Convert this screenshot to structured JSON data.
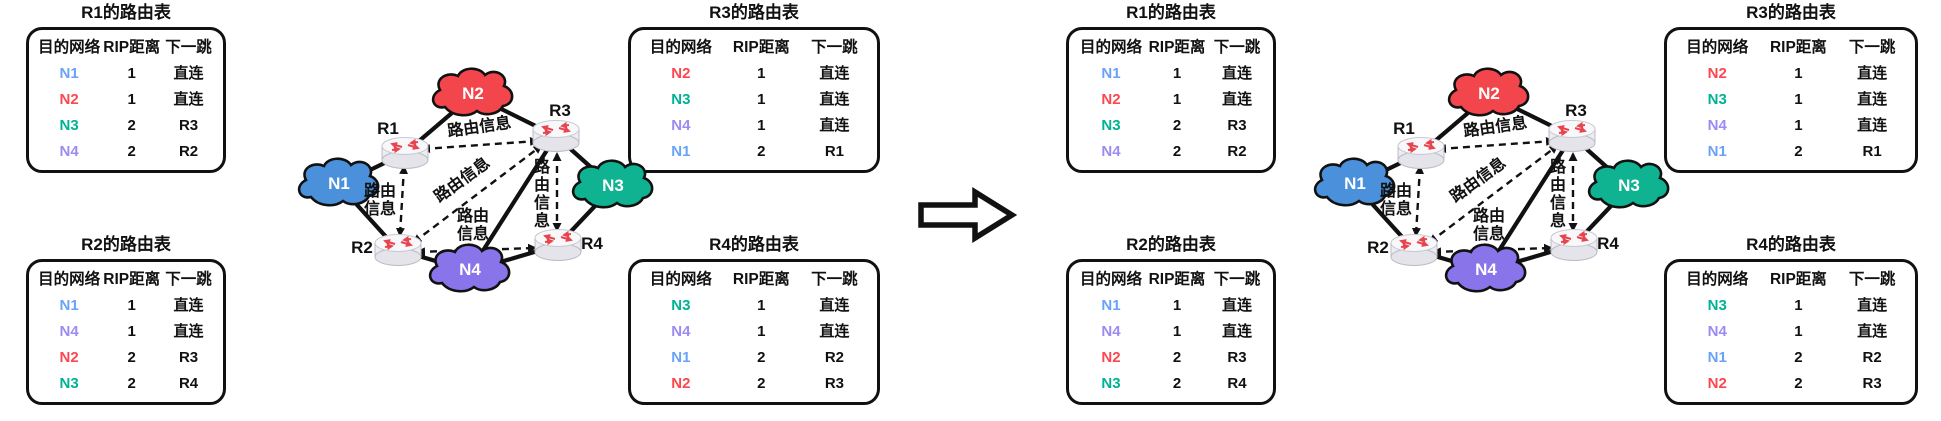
{
  "colors": {
    "text": {
      "n1": "#69A3F8",
      "n2": "#FB474E",
      "n3": "#00B295",
      "n4": "#9C8BF2"
    },
    "cloud": {
      "n1": "#4B90DB",
      "n2": "#F2464C",
      "n3": "#0FB291",
      "n4": "#8A74EA"
    },
    "router_mark": "#E8444D",
    "line": "#111111"
  },
  "topology": {
    "routers": {
      "r1": "R1",
      "r2": "R2",
      "r3": "R3",
      "r4": "R4"
    },
    "networks": {
      "n1": "N1",
      "n2": "N2",
      "n3": "N3",
      "n4": "N4"
    },
    "info": "路由信息",
    "info_l1": "路由",
    "info_l2": "信息",
    "info_chars": [
      "路",
      "由",
      "信",
      "息"
    ]
  },
  "left": {
    "r1": {
      "title": "R1的路由表",
      "headers": [
        "目的网络",
        "RIP距离",
        "下一跳"
      ],
      "rows": [
        {
          "net": "N1",
          "net_color": "#69A3F8",
          "distance": "1",
          "next_hop": "直连"
        },
        {
          "net": "N2",
          "net_color": "#FB474E",
          "distance": "1",
          "next_hop": "直连"
        },
        {
          "net": "N3",
          "net_color": "#00B295",
          "distance": "2",
          "next_hop": "R3"
        },
        {
          "net": "N4",
          "net_color": "#9C8BF2",
          "distance": "2",
          "next_hop": "R2"
        }
      ]
    },
    "r2": {
      "title": "R2的路由表",
      "headers": [
        "目的网络",
        "RIP距离",
        "下一跳"
      ],
      "rows": [
        {
          "net": "N1",
          "net_color": "#69A3F8",
          "distance": "1",
          "next_hop": "直连"
        },
        {
          "net": "N4",
          "net_color": "#9C8BF2",
          "distance": "1",
          "next_hop": "直连"
        },
        {
          "net": "N2",
          "net_color": "#FB474E",
          "distance": "2",
          "next_hop": "R3"
        },
        {
          "net": "N3",
          "net_color": "#00B295",
          "distance": "2",
          "next_hop": "R4"
        }
      ]
    },
    "r3": {
      "title": "R3的路由表",
      "headers": [
        "目的网络",
        "RIP距离",
        "下一跳"
      ],
      "rows": [
        {
          "net": "N2",
          "net_color": "#FB474E",
          "distance": "1",
          "next_hop": "直连"
        },
        {
          "net": "N3",
          "net_color": "#00B295",
          "distance": "1",
          "next_hop": "直连"
        },
        {
          "net": "N4",
          "net_color": "#9C8BF2",
          "distance": "1",
          "next_hop": "直连"
        },
        {
          "net": "N1",
          "net_color": "#69A3F8",
          "distance": "2",
          "next_hop": "R1"
        }
      ]
    },
    "r4": {
      "title": "R4的路由表",
      "headers": [
        "目的网络",
        "RIP距离",
        "下一跳"
      ],
      "rows": [
        {
          "net": "N3",
          "net_color": "#00B295",
          "distance": "1",
          "next_hop": "直连"
        },
        {
          "net": "N4",
          "net_color": "#9C8BF2",
          "distance": "1",
          "next_hop": "直连"
        },
        {
          "net": "N1",
          "net_color": "#69A3F8",
          "distance": "2",
          "next_hop": "R2"
        },
        {
          "net": "N2",
          "net_color": "#FB474E",
          "distance": "2",
          "next_hop": "R3"
        }
      ]
    }
  },
  "right": {
    "r1": {
      "title": "R1的路由表",
      "headers": [
        "目的网络",
        "RIP距离",
        "下一跳"
      ],
      "rows": [
        {
          "net": "N1",
          "net_color": "#69A3F8",
          "distance": "1",
          "next_hop": "直连"
        },
        {
          "net": "N2",
          "net_color": "#FB474E",
          "distance": "1",
          "next_hop": "直连"
        },
        {
          "net": "N3",
          "net_color": "#00B295",
          "distance": "2",
          "next_hop": "R3"
        },
        {
          "net": "N4",
          "net_color": "#9C8BF2",
          "distance": "2",
          "next_hop": "R2"
        }
      ]
    },
    "r2": {
      "title": "R2的路由表",
      "headers": [
        "目的网络",
        "RIP距离",
        "下一跳"
      ],
      "rows": [
        {
          "net": "N1",
          "net_color": "#69A3F8",
          "distance": "1",
          "next_hop": "直连"
        },
        {
          "net": "N4",
          "net_color": "#9C8BF2",
          "distance": "1",
          "next_hop": "直连"
        },
        {
          "net": "N2",
          "net_color": "#FB474E",
          "distance": "2",
          "next_hop": "R3"
        },
        {
          "net": "N3",
          "net_color": "#00B295",
          "distance": "2",
          "next_hop": "R4"
        }
      ]
    },
    "r3": {
      "title": "R3的路由表",
      "headers": [
        "目的网络",
        "RIP距离",
        "下一跳"
      ],
      "rows": [
        {
          "net": "N2",
          "net_color": "#FB474E",
          "distance": "1",
          "next_hop": "直连"
        },
        {
          "net": "N3",
          "net_color": "#00B295",
          "distance": "1",
          "next_hop": "直连"
        },
        {
          "net": "N4",
          "net_color": "#9C8BF2",
          "distance": "1",
          "next_hop": "直连"
        },
        {
          "net": "N1",
          "net_color": "#69A3F8",
          "distance": "2",
          "next_hop": "R1"
        }
      ]
    },
    "r4": {
      "title": "R4的路由表",
      "headers": [
        "目的网络",
        "RIP距离",
        "下一跳"
      ],
      "rows": [
        {
          "net": "N3",
          "net_color": "#00B295",
          "distance": "1",
          "next_hop": "直连"
        },
        {
          "net": "N4",
          "net_color": "#9C8BF2",
          "distance": "1",
          "next_hop": "直连"
        },
        {
          "net": "N1",
          "net_color": "#69A3F8",
          "distance": "2",
          "next_hop": "R2"
        },
        {
          "net": "N2",
          "net_color": "#FB474E",
          "distance": "2",
          "next_hop": "R3"
        }
      ]
    }
  }
}
